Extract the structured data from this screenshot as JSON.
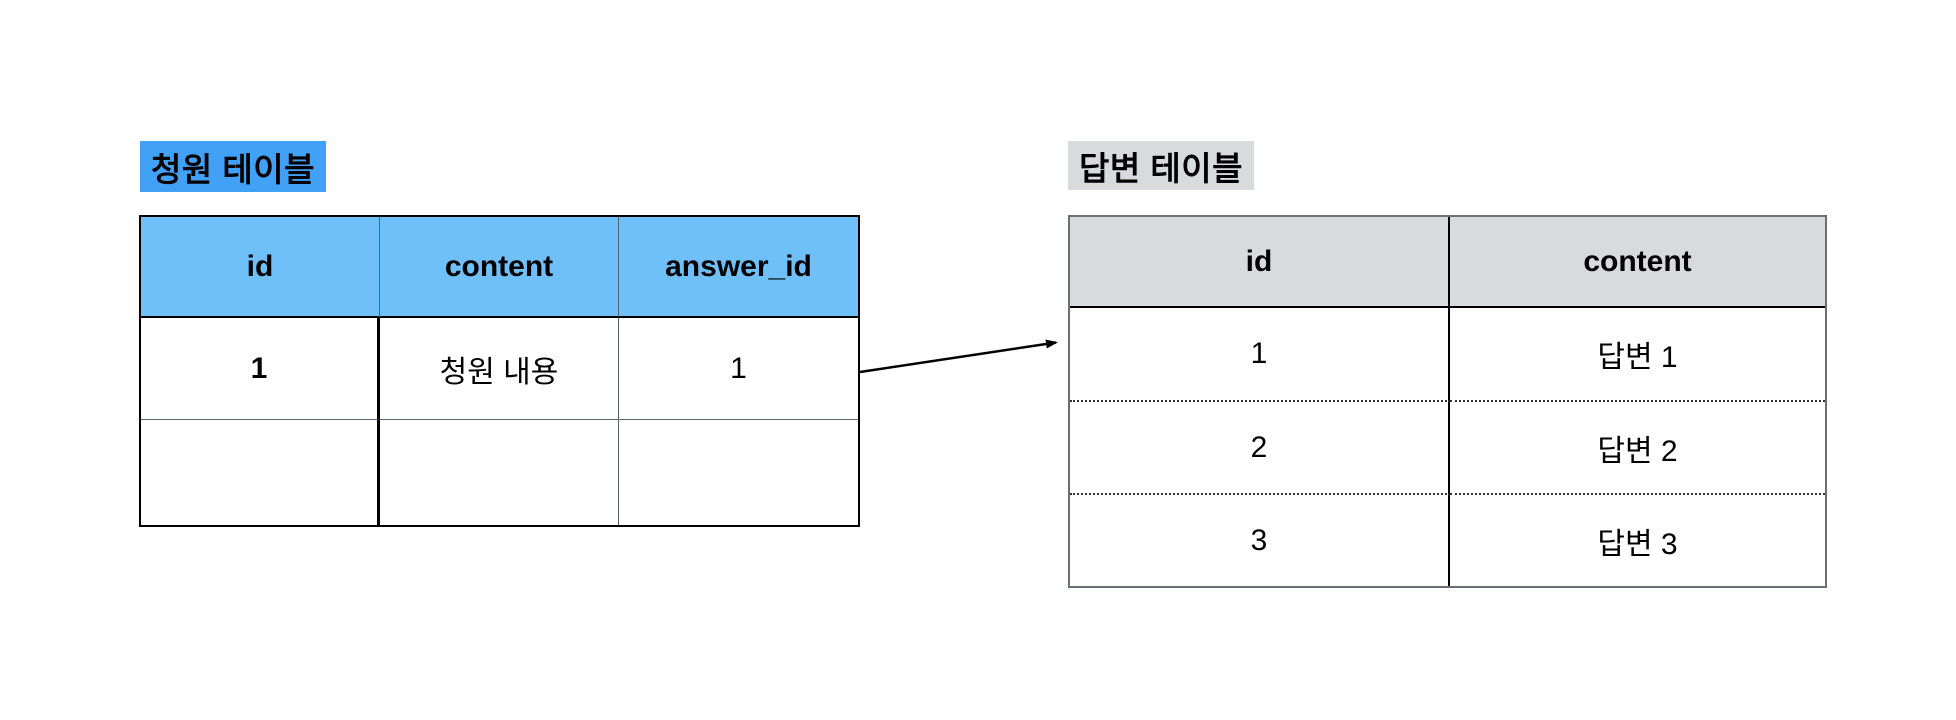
{
  "canvas": {
    "background_color": "#ffffff"
  },
  "petition_table": {
    "label": "청원 테이블",
    "label_highlight_color": "#41a1f6",
    "header_color": "#6fc0f8",
    "columns": [
      "id",
      "content",
      "answer_id"
    ],
    "rows": [
      {
        "id": "1",
        "content": "청원 내용",
        "answer_id": "1"
      },
      {
        "id": "",
        "content": "",
        "answer_id": ""
      }
    ]
  },
  "answer_table": {
    "label": "답변 테이블",
    "label_highlight_color": "#d8dbdd",
    "header_color": "#d8dbdd",
    "columns": [
      "id",
      "content"
    ],
    "rows": [
      {
        "id": "1",
        "content": "답변 1"
      },
      {
        "id": "2",
        "content": "답변 2"
      },
      {
        "id": "3",
        "content": "답변 3"
      }
    ]
  },
  "arrow": {
    "color": "#000000",
    "direction": "left-to-right"
  }
}
